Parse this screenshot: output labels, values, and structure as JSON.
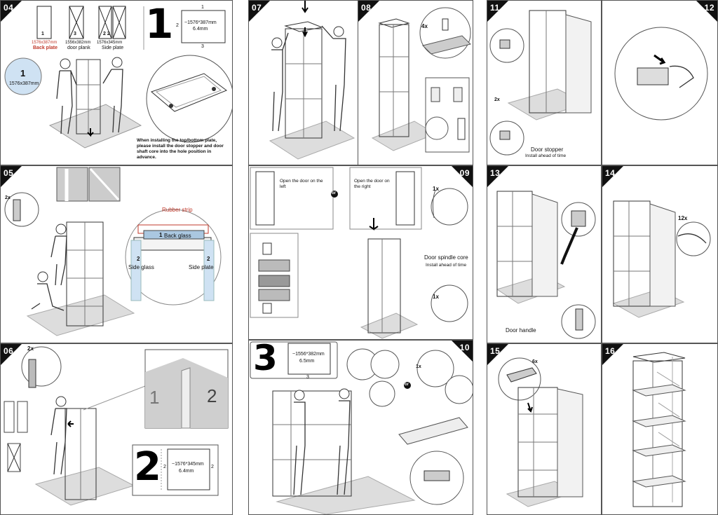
{
  "panels": {
    "p04": {
      "number": "04",
      "parts": [
        {
          "num": "1",
          "size": "1576x387mm",
          "name": "Back plate"
        },
        {
          "num": "3",
          "size": "1556x382mm",
          "name": "door plank"
        },
        {
          "num": "2  2",
          "size": "1576x345mm",
          "name": "Side plate"
        }
      ],
      "big_label": "1",
      "box_dims": "~1576*387mm",
      "box_thick": "6.4mm",
      "box_edge_top": "1",
      "box_edge_left": "2",
      "box_edge_bottom": "3",
      "callout_num": "1",
      "callout_size": "1576x387mm",
      "note": "When installing the top/bottom plate, please install the door stopper and door shaft core into the hole position in advance."
    },
    "p05": {
      "number": "05",
      "qty": "2x",
      "rubber": "Rubber strip",
      "back_num": "1",
      "back": "Back glass",
      "side_glass_num": "2",
      "side_glass": "Side glass",
      "side_plate_num": "2",
      "side_plate": "Side plate"
    },
    "p06": {
      "number": "06",
      "qty": "2x",
      "big_label": "2",
      "box_dims": "~1576*345mm",
      "box_thick": "6.4mm",
      "edge_left": "2",
      "edge_right": "2",
      "corner_1": "1",
      "corner_2": "2"
    },
    "p07": {
      "number": "07"
    },
    "p08": {
      "number": "08",
      "qty": "4x"
    },
    "p09": {
      "number": "09",
      "left_door": "Open the door on the left",
      "right_door": "Open the door on the right",
      "or": "or",
      "qty_top": "1x",
      "qty_bottom": "1x",
      "spindle": "Door spindle core",
      "spindle_sub": "Install ahead of time"
    },
    "p10": {
      "number": "10",
      "big_label": "3",
      "box_dims": "~1556*382mm",
      "box_thick": "6.5mm",
      "box_edge": "3",
      "qty": "1x",
      "or": "or"
    },
    "p11": {
      "number": "11",
      "qty": "2x",
      "stopper": "Door stopper",
      "stopper_sub": "Install ahead of time"
    },
    "p12": {
      "number": "12"
    },
    "p13": {
      "number": "13",
      "handle": "Door handle"
    },
    "p14": {
      "number": "14",
      "qty": "12x"
    },
    "p15": {
      "number": "15",
      "qty": "6x"
    },
    "p16": {
      "number": "16"
    }
  }
}
